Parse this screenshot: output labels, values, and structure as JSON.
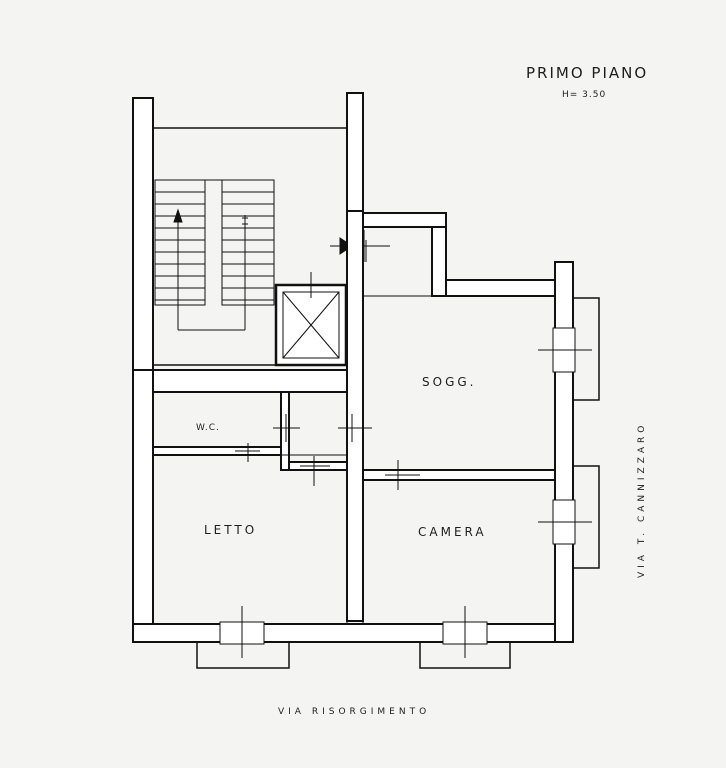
{
  "header": {
    "title": "PRIMO PIANO",
    "height": "H= 3.50"
  },
  "rooms": {
    "sogg": "SOGG.",
    "wc": "W.C.",
    "letto": "LETTO",
    "camera": "CAMERA"
  },
  "streets": {
    "bottom": "VIA RISORGIMENTO",
    "right": "VIA T. CANNIZZARO"
  }
}
